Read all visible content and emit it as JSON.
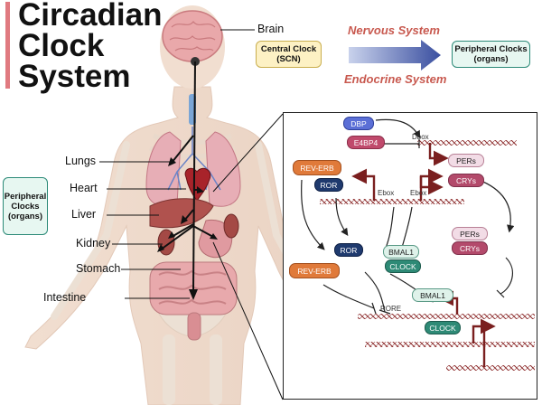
{
  "title": {
    "line1": "Circadian",
    "line2": "Clock",
    "line3": "System"
  },
  "header": {
    "brain_label": "Brain",
    "central_clock": {
      "line1": "Central Clock",
      "line2": "(SCN)"
    },
    "nervous_system": "Nervous System",
    "endocrine_system": "Endocrine System",
    "peripheral_top": {
      "line1": "Peripheral Clocks",
      "line2": "(organs)"
    }
  },
  "peripheral_left": {
    "line1": "Peripheral",
    "line2": "Clocks",
    "line3": "(organs)"
  },
  "organs": {
    "lungs": "Lungs",
    "heart": "Heart",
    "liver": "Liver",
    "kidney": "Kidney",
    "stomach": "Stomach",
    "intestine": "Intestine"
  },
  "molecular": {
    "dbp": "DBP",
    "e4bp4": "E4BP4",
    "dbox": "Dbox",
    "pers_top": "PERs",
    "crys_top": "CRYs",
    "rev_erb_top": "REV-ERB",
    "ror_top": "ROR",
    "ebox_left": "Ebox",
    "ebox_right": "Ebox",
    "ror_mid": "ROR",
    "bmal1_mid": "BMAL1",
    "clock_mid": "CLOCK",
    "pers_right": "PERs",
    "crys_right": "CRYs",
    "rev_erb_bottom": "REV-ERB",
    "rore": "RORE",
    "bmal1_bottom": "BMAL1",
    "clock_bottom": "CLOCK"
  },
  "colors": {
    "accent_title": "#e07a80",
    "system_text": "#c8594f",
    "arrow_blue": "#3a4fa0",
    "dbp_blue": "#5b6fd6",
    "e4bp4_pink": "#c04a6c",
    "rev_erb_orange": "#e07a3a",
    "ror_navy": "#1f3a6e",
    "bmal1_mint": "#dff2ea",
    "clock_teal": "#2e8a76",
    "pers_pink": "#f2dce6",
    "crys_rose": "#b34a6b",
    "dna_red": "#8b2a2a"
  },
  "icons": [
    "brain-icon",
    "lungs-icon",
    "heart-icon",
    "liver-icon",
    "kidney-icon",
    "stomach-icon",
    "intestine-icon",
    "skeleton-icon",
    "dna-icon"
  ]
}
